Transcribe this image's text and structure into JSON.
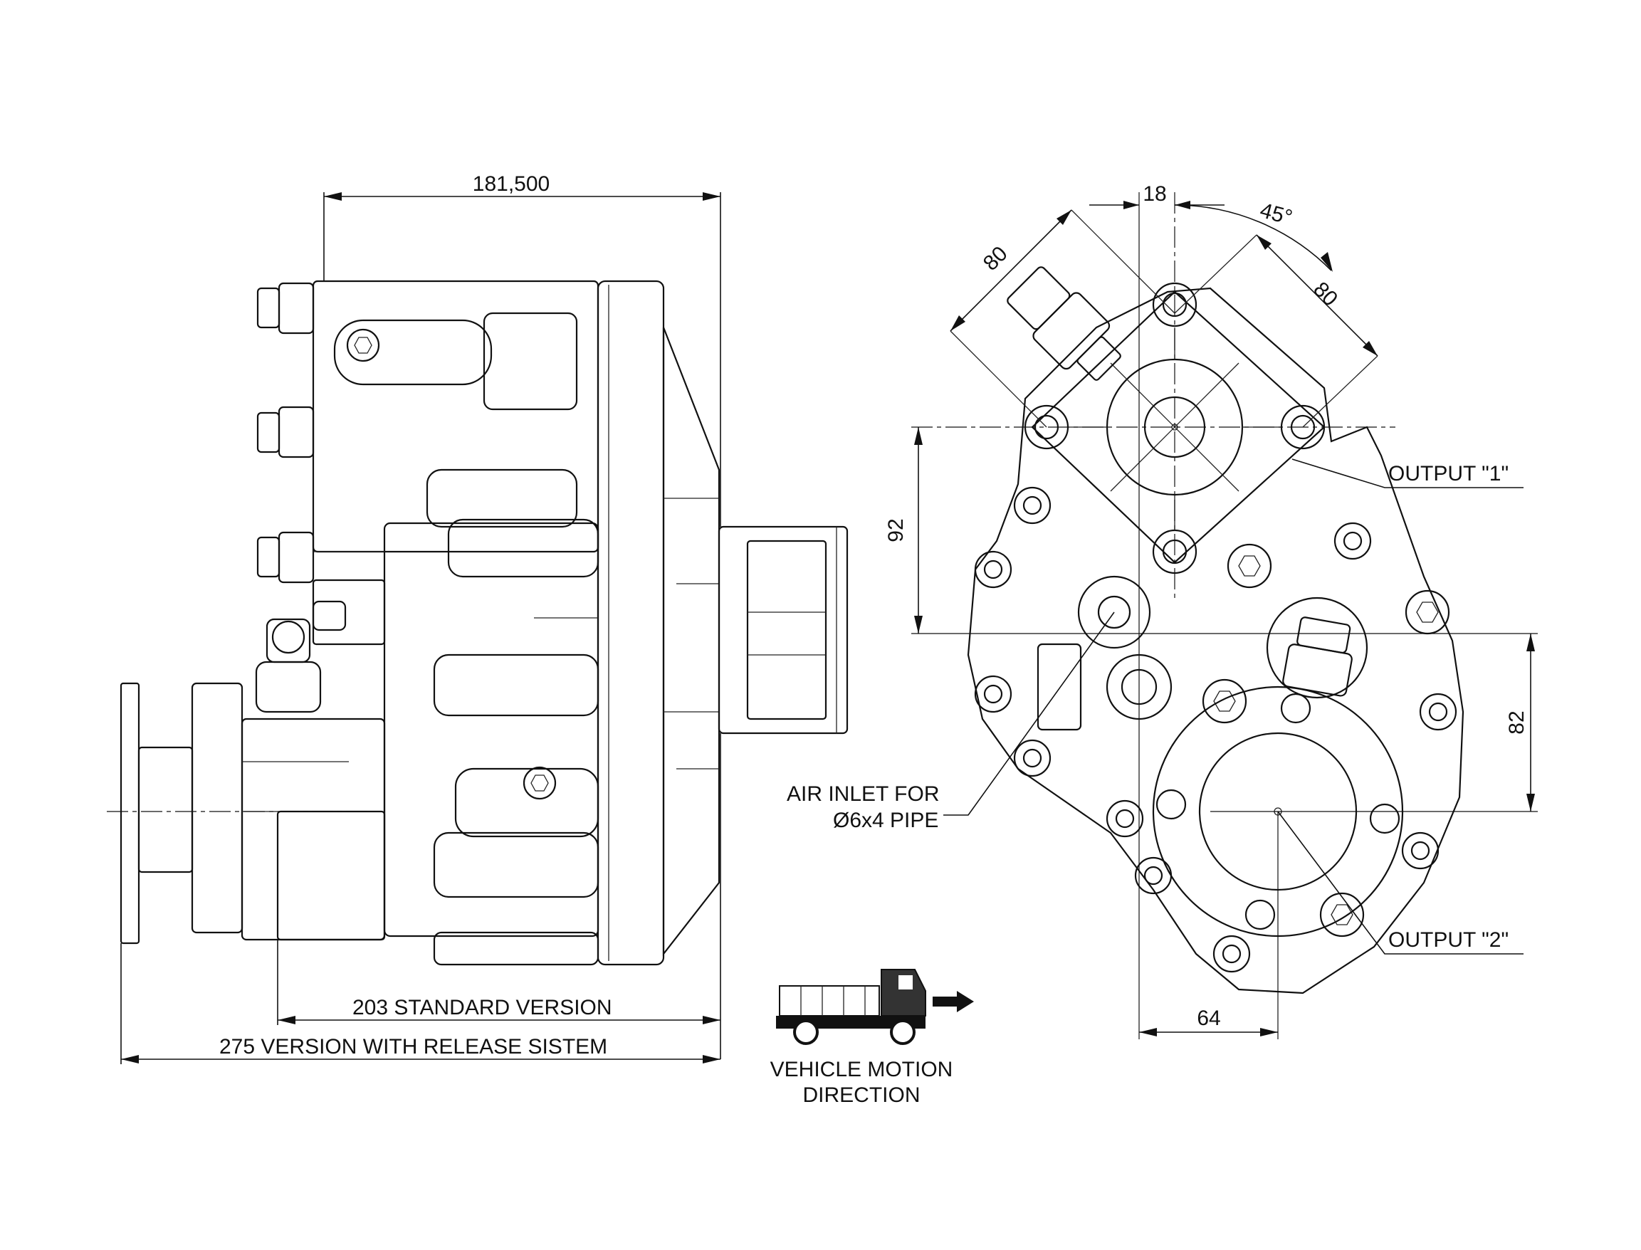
{
  "dimensions": {
    "overall_length_top": "181,500",
    "standard_version": "203   STANDARD VERSION",
    "release_version": "275   VERSION WITH RELEASE SISTEM",
    "bolt_spacing_a": "80",
    "bolt_spacing_b": "80",
    "angle": "45°",
    "offset_top": "18",
    "vertical_92": "92",
    "vertical_82": "82",
    "horizontal_64": "64"
  },
  "labels": {
    "output_1": "OUTPUT  \"1\"",
    "output_2": "OUTPUT  \"2\"",
    "air_inlet_line1": "AIR INLET FOR",
    "air_inlet_line2": "Ø6x4 PIPE",
    "vehicle_line1": "VEHICLE MOTION",
    "vehicle_line2": "DIRECTION"
  },
  "icons": {
    "truck": "truck-icon",
    "arrow": "arrow-right-icon"
  },
  "colors": {
    "line": "#111111",
    "background": "#ffffff"
  }
}
